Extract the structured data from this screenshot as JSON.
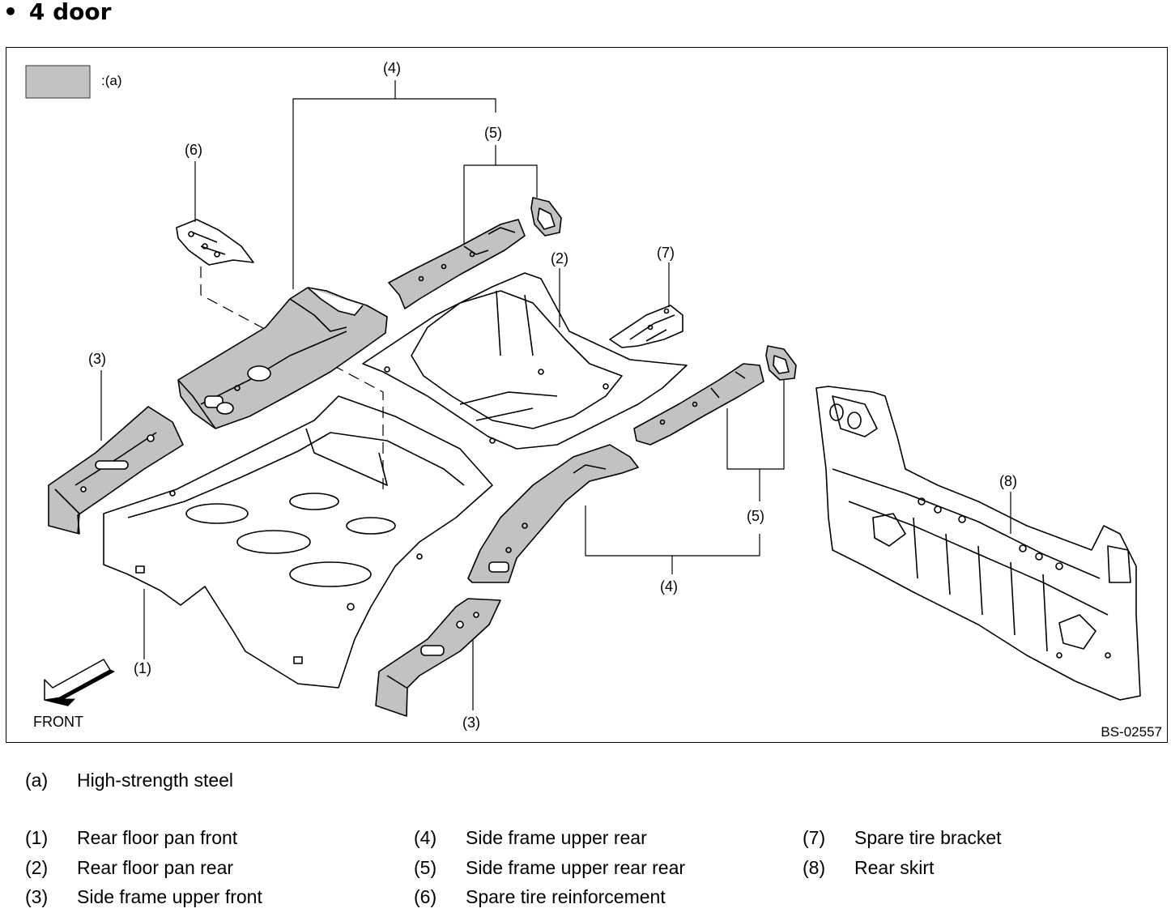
{
  "heading": {
    "bullet": "•",
    "title": "4 door"
  },
  "figure": {
    "legend_swatch_label": ":(a)",
    "figure_code": "BS-02557",
    "front_label": "FRONT",
    "highlight_color": "#c2c2c2",
    "callouts": {
      "c4_top": "(4)",
      "c5_top": "(5)",
      "c6": "(6)",
      "c2": "(2)",
      "c7": "(7)",
      "c3_left": "(3)",
      "c8": "(8)",
      "c5_right": "(5)",
      "c4_bottom": "(4)",
      "c1": "(1)",
      "c3_bottom": "(3)"
    }
  },
  "key": {
    "a": {
      "num": "(a)",
      "text": "High-strength steel"
    },
    "items": [
      {
        "num": "(1)",
        "text": "Rear floor pan front"
      },
      {
        "num": "(2)",
        "text": "Rear floor pan rear"
      },
      {
        "num": "(3)",
        "text": "Side frame upper front"
      },
      {
        "num": "(4)",
        "text": "Side frame upper rear"
      },
      {
        "num": "(5)",
        "text": "Side frame upper rear rear"
      },
      {
        "num": "(6)",
        "text": "Spare tire reinforcement"
      },
      {
        "num": "(7)",
        "text": "Spare tire bracket"
      },
      {
        "num": "(8)",
        "text": "Rear skirt"
      }
    ]
  }
}
